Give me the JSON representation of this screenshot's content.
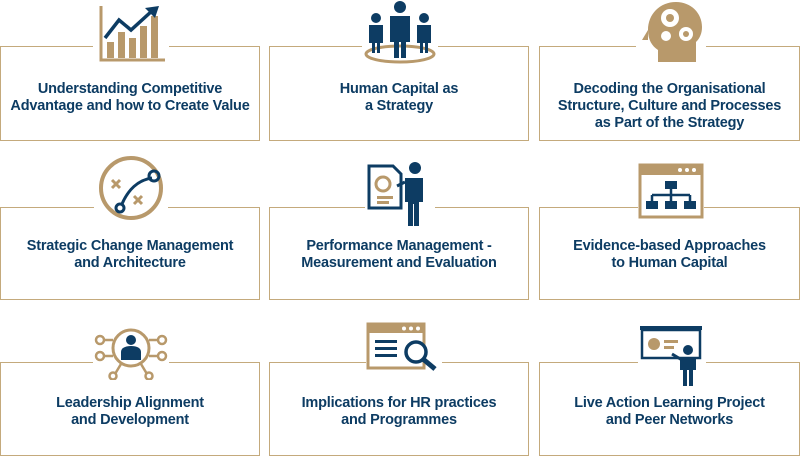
{
  "colors": {
    "navy": "#0d3c63",
    "gold": "#b8996b",
    "border": "#c4aa7c"
  },
  "tiles": [
    {
      "label": "Understanding Competitive\nAdvantage and how to Create Value",
      "icon": "growth-chart-icon"
    },
    {
      "label": "Human Capital as\na Strategy",
      "icon": "business-people-icon"
    },
    {
      "label": "Decoding the Organisational\nStructure, Culture and Processes\nas Part of the Strategy",
      "icon": "head-gears-icon"
    },
    {
      "label": "Strategic Change Management\nand Architecture",
      "icon": "strategy-play-icon"
    },
    {
      "label": "Performance Management -\nMeasurement and Evaluation",
      "icon": "presenter-report-icon"
    },
    {
      "label": "Evidence-based Approaches\nto Human Capital",
      "icon": "org-chart-window-icon"
    },
    {
      "label": "Leadership Alignment\nand Development",
      "icon": "leader-network-icon"
    },
    {
      "label": "Implications for HR practices\nand Programmes",
      "icon": "document-magnifier-icon"
    },
    {
      "label": "Live Action Learning Project\nand Peer Networks",
      "icon": "presentation-board-icon"
    }
  ]
}
